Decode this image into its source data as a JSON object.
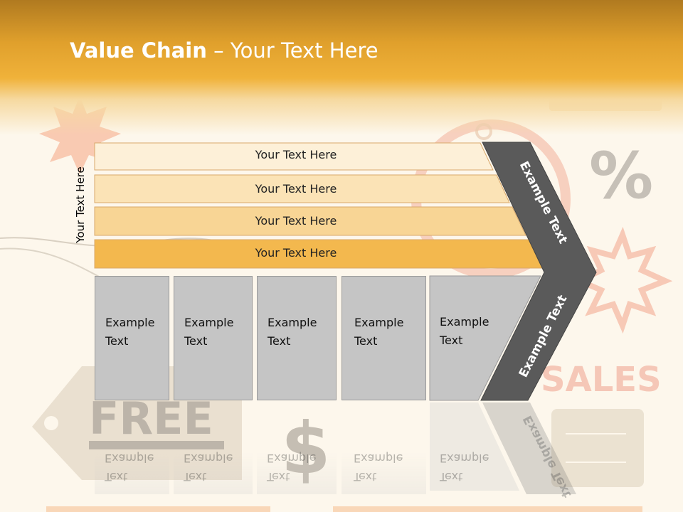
{
  "title": {
    "bold": "Value Chain",
    "rest": " – Your Text Here"
  },
  "side_label": "Your Text Here",
  "rows": [
    {
      "label": "Your Text Here"
    },
    {
      "label": "Your Text Here"
    },
    {
      "label": "Your Text Here"
    },
    {
      "label": "Your Text Here"
    }
  ],
  "columns": [
    {
      "line1": "Example",
      "line2": "Text"
    },
    {
      "line1": "Example",
      "line2": "Text"
    },
    {
      "line1": "Example",
      "line2": "Text"
    },
    {
      "line1": "Example",
      "line2": "Text"
    },
    {
      "line1": "Example",
      "line2": "Text"
    }
  ],
  "chevron": {
    "upper": "Example Text",
    "lower": "Example Text"
  },
  "background": {
    "tag1": "FREE",
    "tag2": "SALES",
    "percent": "%",
    "dollar": "$"
  },
  "colors": {
    "header": "#e9a533",
    "row1": "#fdf0d8",
    "row2": "#fbe3b6",
    "row3": "#f8d595",
    "row4": "#f3b84e",
    "column": "#c5c5c5",
    "chevron": "#5a5a5a"
  }
}
